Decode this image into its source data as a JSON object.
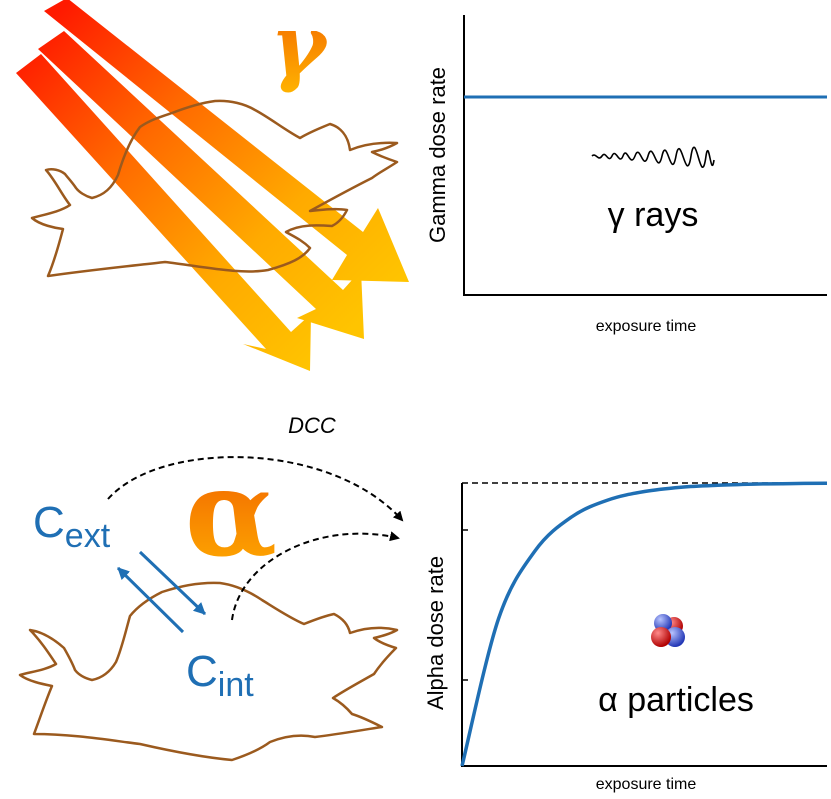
{
  "gamma_panel": {
    "symbol": "γ",
    "chart_data": {
      "type": "line",
      "ylabel": "Gamma dose rate",
      "xlabel": "exposure time",
      "series": [
        {
          "x": [
            0,
            1
          ],
          "y": [
            1,
            1
          ]
        }
      ],
      "wave_label": "γ rays"
    }
  },
  "alpha_panel": {
    "symbol": "α",
    "dcc_label": "DCC",
    "c_ext": {
      "base": "C",
      "sub": "ext"
    },
    "c_int": {
      "base": "C",
      "sub": "int"
    },
    "chart_data": {
      "type": "line",
      "ylabel": "Alpha dose rate",
      "xlabel": "exposure time",
      "series": [
        {
          "x": [
            0,
            0.1,
            0.2,
            0.3,
            0.4,
            0.5,
            0.6,
            0.7,
            0.8,
            0.9,
            1.0
          ],
          "y": [
            0,
            0.52,
            0.76,
            0.88,
            0.94,
            0.97,
            0.985,
            0.992,
            0.996,
            0.998,
            0.999
          ]
        }
      ],
      "plateau": 1,
      "particle_label": "α particles"
    }
  },
  "colors": {
    "accent_blue": "#1f6fb4",
    "snail_brown": "#9b5a1e",
    "gamma_orange": "#f07b00",
    "alpha_orange": "#f58220"
  }
}
